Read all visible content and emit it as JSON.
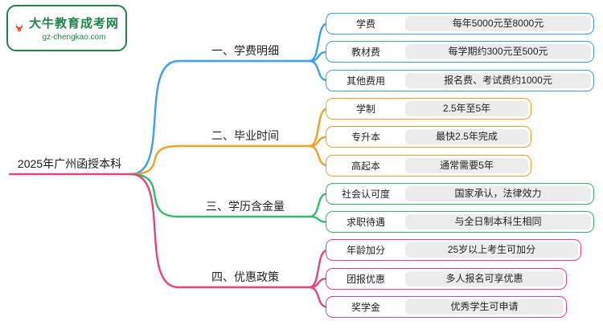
{
  "logo": {
    "title": "大牛教育成考网",
    "domain": "gz-chengkao.com",
    "color": "#1e8449",
    "icon_color": "#e2492f"
  },
  "root": {
    "title": "2025年广州函授本科",
    "color": "#e8437c"
  },
  "colors": {
    "value_pill_bg": "#ececec",
    "text": "#222222",
    "background": "#ffffff"
  },
  "branches": [
    {
      "label": "一、学费明细",
      "color": "#3aa0f0",
      "children": [
        {
          "label": "学费",
          "value": "每年5000元至8000元"
        },
        {
          "label": "教材费",
          "value": "每学期约300元至500元"
        },
        {
          "label": "其他费用",
          "value": "报名费、考试费约1000元"
        }
      ]
    },
    {
      "label": "二、毕业时间",
      "color": "#f0a125",
      "children": [
        {
          "label": "学制",
          "value": "2.5年至5年"
        },
        {
          "label": "专升本",
          "value": "最快2.5年完成"
        },
        {
          "label": "高起本",
          "value": "通常需要5年"
        }
      ]
    },
    {
      "label": "三、学历含金量",
      "color": "#2fbd69",
      "children": [
        {
          "label": "社会认可度",
          "value": "国家承认，法律效力"
        },
        {
          "label": "求职待遇",
          "value": "与全日制本科生相同"
        }
      ]
    },
    {
      "label": "四、优惠政策",
      "color": "#e8437c",
      "children": [
        {
          "label": "年龄加分",
          "value": "25岁以上考生可加分"
        },
        {
          "label": "团报优惠",
          "value": "多人报名可享优惠"
        },
        {
          "label": "奖学金",
          "value": "优秀学生可申请"
        }
      ]
    }
  ]
}
